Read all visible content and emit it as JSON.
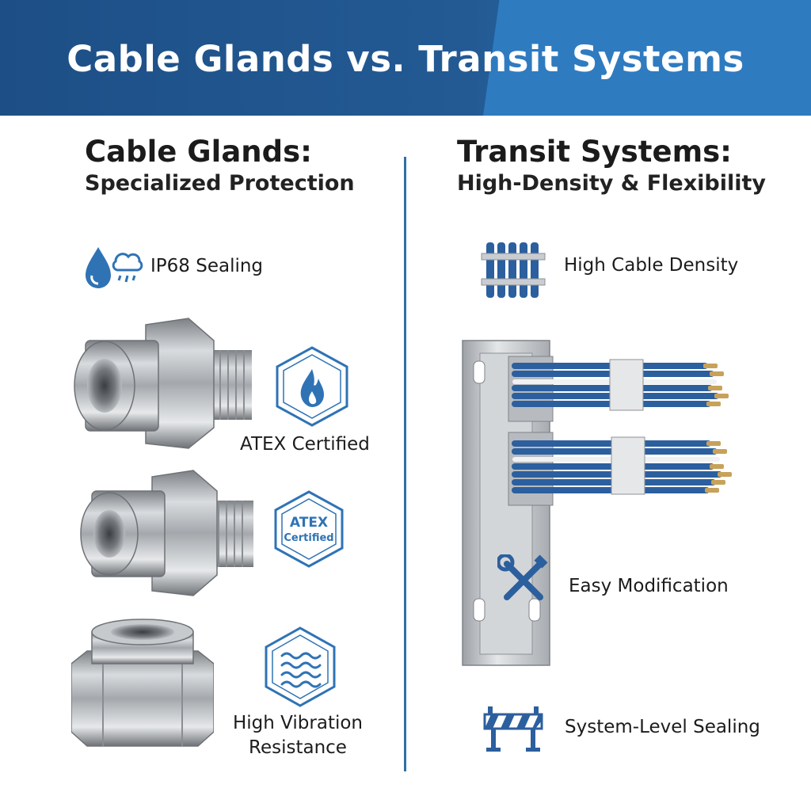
{
  "header": {
    "title": "Cable Glands vs. Transit Systems"
  },
  "left": {
    "title": "Cable Glands:",
    "subtitle": "Specialized Protection",
    "features": {
      "ip68": "IP68 Sealing",
      "atex": "ATEX Certified",
      "atex_badge_line1": "ATEX",
      "atex_badge_line2": "Certified",
      "vibration_line1": "High Vibration",
      "vibration_line2": "Resistance"
    }
  },
  "right": {
    "title": "Transit Systems:",
    "subtitle": "High-Density & Flexibility",
    "features": {
      "density": "High Cable Density",
      "modification": "Easy Modification",
      "sealing": "System-Level Sealing"
    }
  },
  "colors": {
    "primary_blue": "#2f6fa8",
    "banner_dark": "#1d4f86",
    "banner_light": "#2f7bc0",
    "cable_blue": "#2c5f9e"
  },
  "icons": [
    "water-drop-cloud-icon",
    "flame-hexagon-icon",
    "atex-certified-hexagon-icon",
    "vibration-waves-hexagon-icon",
    "cable-bundle-icon",
    "wrench-screwdriver-icon",
    "barrier-icon"
  ]
}
